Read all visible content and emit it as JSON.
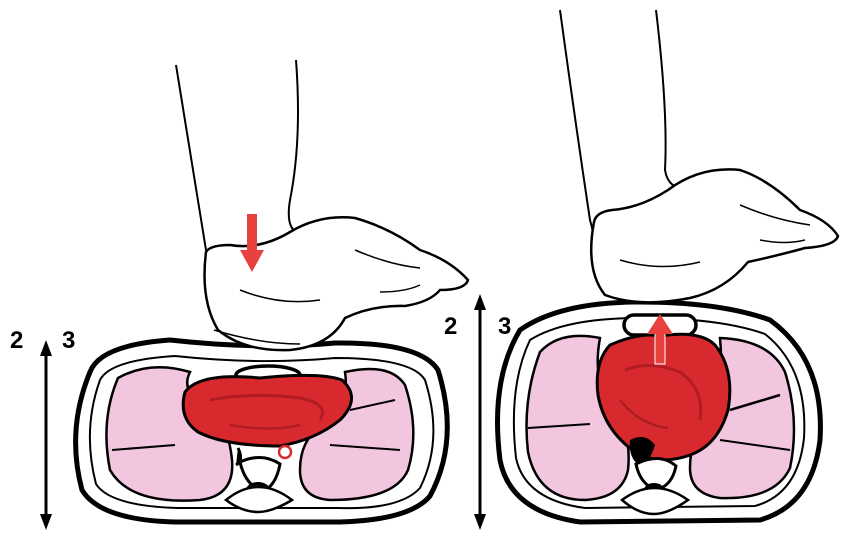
{
  "left_panel": {
    "label_a": "2",
    "label_b": "3"
  },
  "right_panel": {
    "label_a": "2",
    "label_b": "3"
  },
  "colors": {
    "heart": "#d82a2e",
    "heart_dark": "#b01c22",
    "arrow": "#e8423f",
    "lung": "#f3c6df",
    "outline": "#000000"
  }
}
